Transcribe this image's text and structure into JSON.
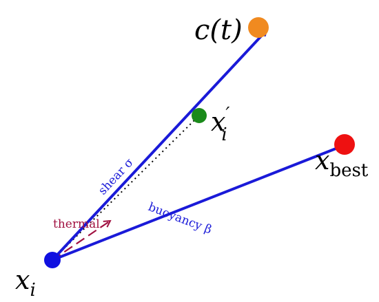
{
  "points": {
    "origin": {
      "label_base": "x",
      "label_sub": "i",
      "color": "#1010e0"
    },
    "target": {
      "label": "c(t)",
      "color": "#f08a20"
    },
    "intermediate": {
      "label_base": "x",
      "label_prime": "′",
      "label_sub": "i",
      "color": "#1a8a1a"
    },
    "best": {
      "label_base": "x",
      "label_sub": "best",
      "color": "#ee1111"
    }
  },
  "vectors": {
    "shear": {
      "label": "shear σ",
      "color": "#1a1ad8"
    },
    "buoyancy": {
      "label": "buoyancy β",
      "color": "#1a1ad8"
    },
    "thermal": {
      "label": "thermal",
      "color": "#a01040"
    }
  }
}
